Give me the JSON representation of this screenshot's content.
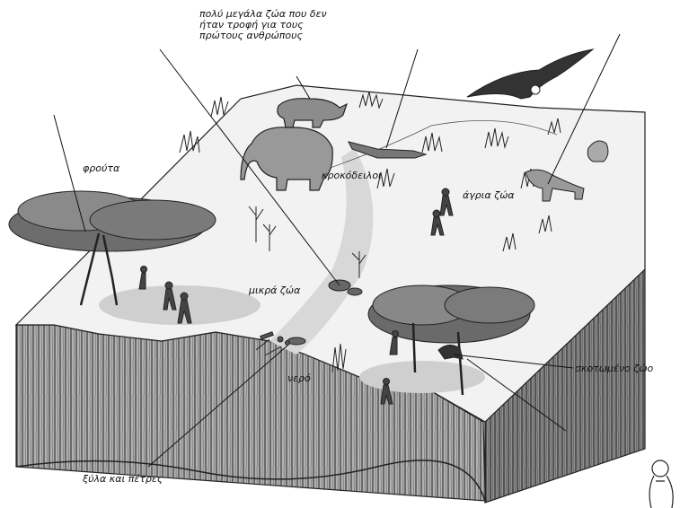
{
  "labels": {
    "big_animals": "πολύ μεγάλα ζώα που δεν ήταν τροφή για τους πρώτους ανθρώπους",
    "fruits": "φρούτα",
    "crocodiles": "κροκόδειλοι",
    "wild_animals": "άγρια ζώα",
    "small_animals": "μικρά ζώα",
    "water": "νερό",
    "dead_animal": "σκοτωμένο ζώο",
    "wood_stones": "ξύλα και πέτρες"
  },
  "colors": {
    "ink": "#111111",
    "ground": "#f2f2f2",
    "shade": "#c9c9c9",
    "cliff": "#9a9a9a"
  }
}
